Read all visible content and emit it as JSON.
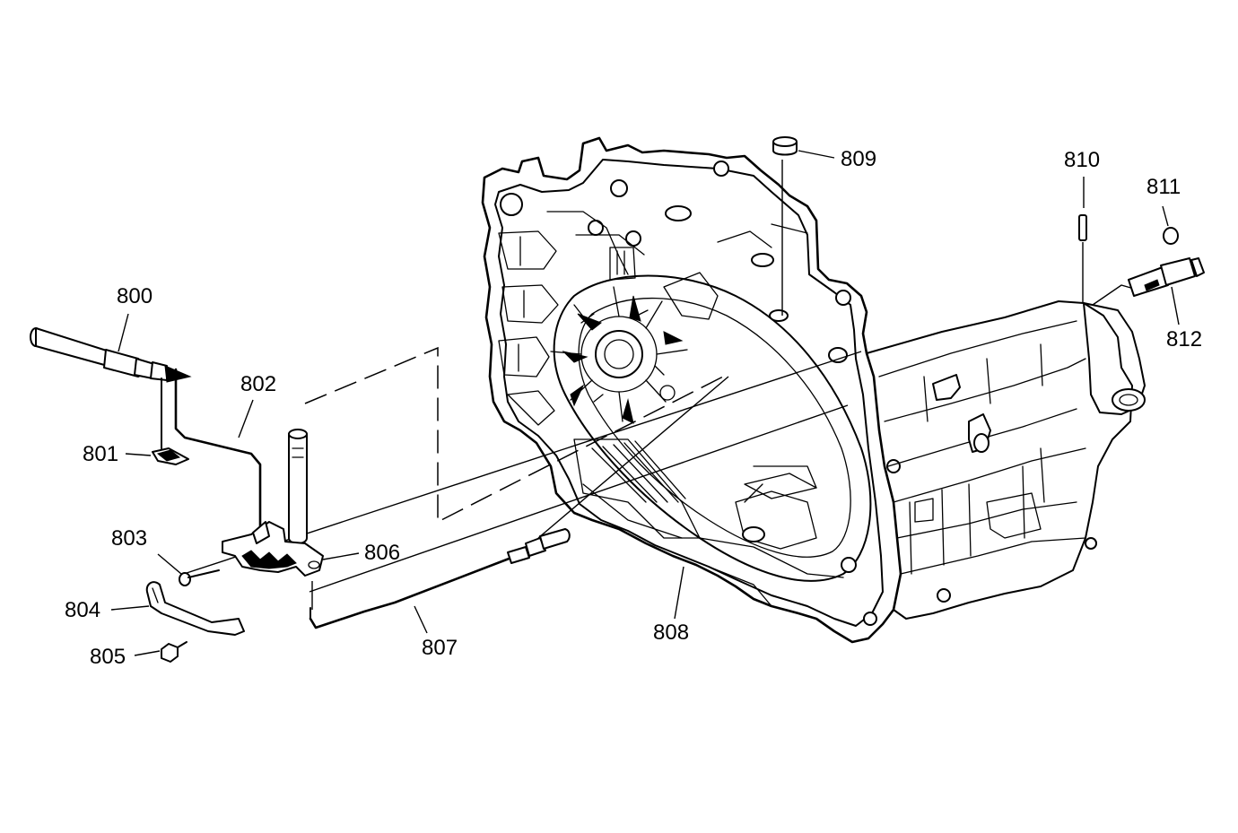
{
  "callouts": [
    {
      "id": "800"
    },
    {
      "id": "801"
    },
    {
      "id": "802"
    },
    {
      "id": "803"
    },
    {
      "id": "804"
    },
    {
      "id": "805"
    },
    {
      "id": "806"
    },
    {
      "id": "807"
    },
    {
      "id": "808"
    },
    {
      "id": "809"
    },
    {
      "id": "810"
    },
    {
      "id": "811"
    },
    {
      "id": "812"
    }
  ]
}
